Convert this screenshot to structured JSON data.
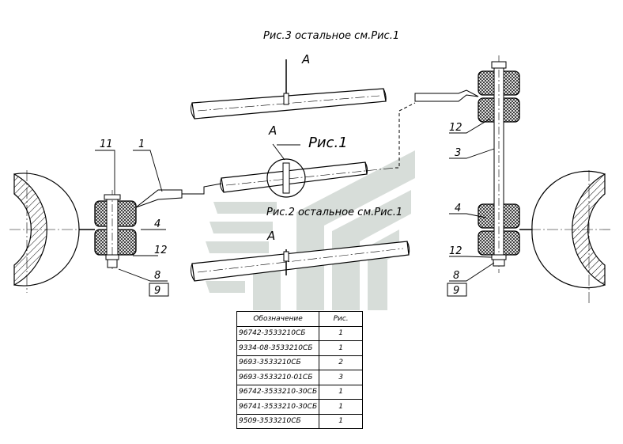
{
  "captions": {
    "fig3": "Рис.3  остальное см.Рис.1",
    "fig1": "Рис.1",
    "fig2": "Рис.2  остальное см.Рис.1",
    "view_a": "А"
  },
  "callouts": {
    "c1": "1",
    "c3": "3",
    "c4": "4",
    "c8": "8",
    "c9": "9",
    "c11": "11",
    "c12": "12"
  },
  "table": {
    "headers": [
      "Обозначение",
      "Рис."
    ],
    "rows": [
      [
        "96742-3533210СБ",
        "1"
      ],
      [
        "9334-08-3533210СБ",
        "1"
      ],
      [
        "9693-3533210СБ",
        "2"
      ],
      [
        "9693-3533210-01СБ",
        "3"
      ],
      [
        "96742-3533210-30СБ",
        "1"
      ],
      [
        "96741-3533210-30СБ",
        "1"
      ],
      [
        "9509-3533210СБ",
        "1"
      ]
    ]
  },
  "colors": {
    "line": "#000000",
    "watermark": "#d7ddd9"
  }
}
